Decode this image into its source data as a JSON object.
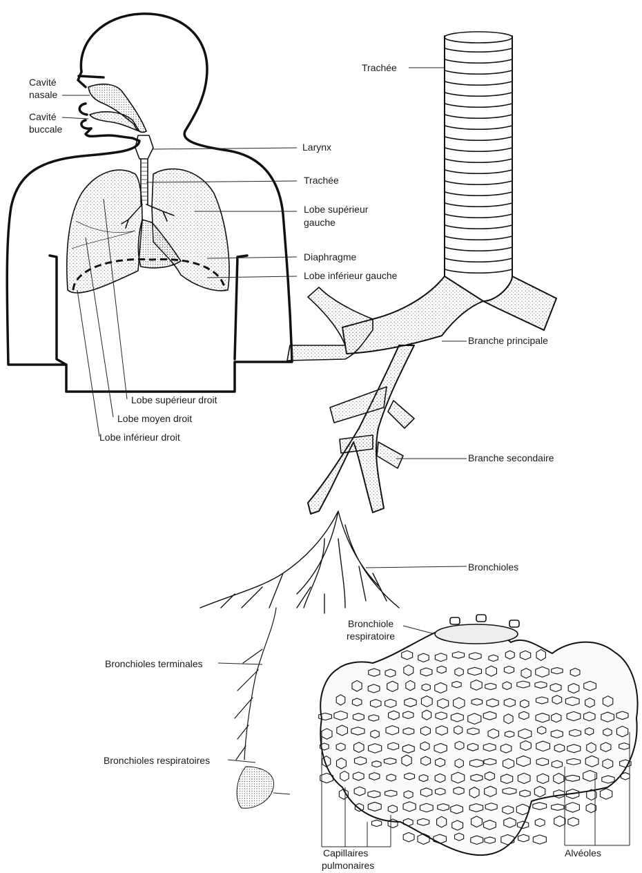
{
  "labels": {
    "cavite_nasale_1": "Cavité",
    "cavite_nasale_2": "nasale",
    "cavite_buccale_1": "Cavité",
    "cavite_buccale_2": "buccale",
    "larynx": "Larynx",
    "trachee_small": "Trachée",
    "lobe_sup_gauche_1": "Lobe supérieur",
    "lobe_sup_gauche_2": "gauche",
    "diaphragme": "Diaphragme",
    "lobe_inf_gauche": "Lobe inférieur gauche",
    "lobe_sup_droit": "Lobe supérieur droit",
    "lobe_moyen_droit": "Lobe moyen droit",
    "lobe_inf_droit": "Lobe inférieur droit",
    "trachee_large": "Trachée",
    "branche_principale": "Branche principale",
    "branche_secondaire": "Branche secondaire",
    "bronchioles": "Bronchioles",
    "bronchiole_resp_1": "Bronchiole",
    "bronchiole_resp_2": "respiratoire",
    "bronchioles_terminales": "Bronchioles terminales",
    "bronchioles_respiratoires": "Bronchioles respiratoires",
    "capillaires_1": "Capillaires",
    "capillaires_2": "pulmonaires",
    "alveoles": "Alvéoles"
  }
}
